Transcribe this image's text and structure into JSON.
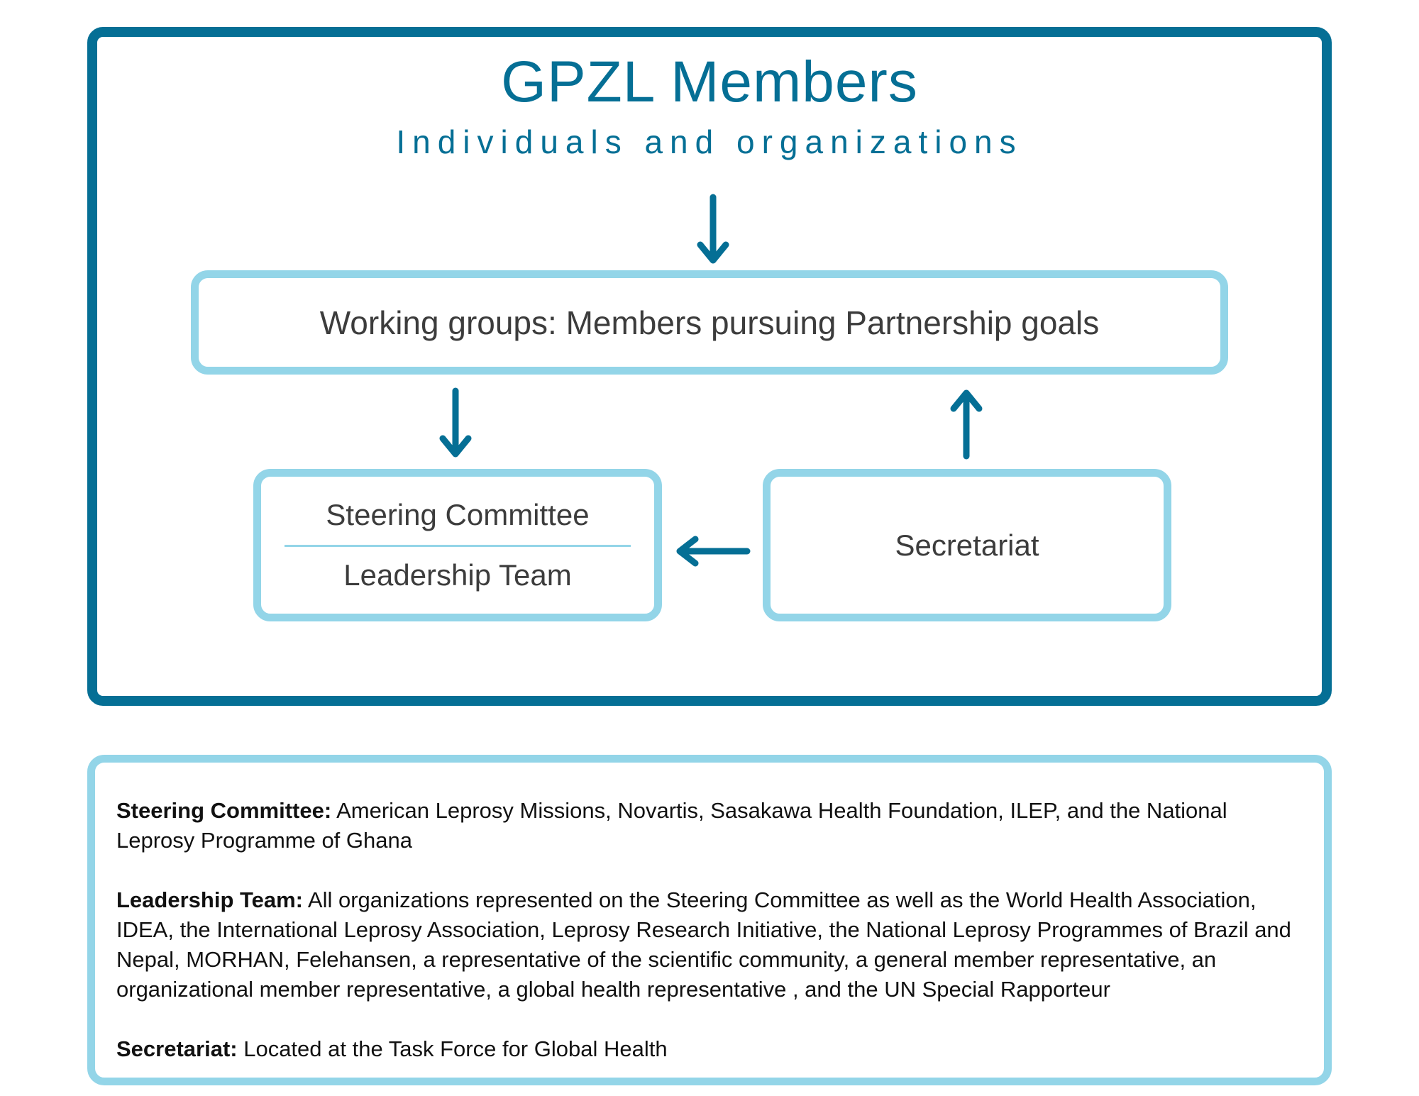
{
  "diagram": {
    "title": "GPZL Members",
    "subtitle": "Individuals and organizations",
    "working_groups": "Working groups: Members pursuing Partnership goals",
    "steering_committee": "Steering Committee",
    "leadership_team": "Leadership Team",
    "secretariat": "Secretariat"
  },
  "legend": [
    {
      "label": "Steering Committee:",
      "text": " American Leprosy Missions, Novartis, Sasakawa Health Foundation, ILEP, and the National Leprosy Programme of Ghana"
    },
    {
      "label": "Leadership Team:",
      "text": " All organizations represented on the Steering Committee as well as the World Health Association, IDEA, the International Leprosy Association, Leprosy Research Initiative, the National Leprosy Programmes of Brazil and Nepal, MORHAN, Felehansen, a representative of the scientific community, a general member representative, an organizational member representative, a global health representative , and the UN Special Rapporteur"
    },
    {
      "label": "Secretariat:",
      "text": " Located at the Task Force for Global Health"
    }
  ],
  "colors": {
    "dark_teal": "#056f95",
    "light_blue": "#93d5e8",
    "text_gray": "#3c3c3c"
  }
}
